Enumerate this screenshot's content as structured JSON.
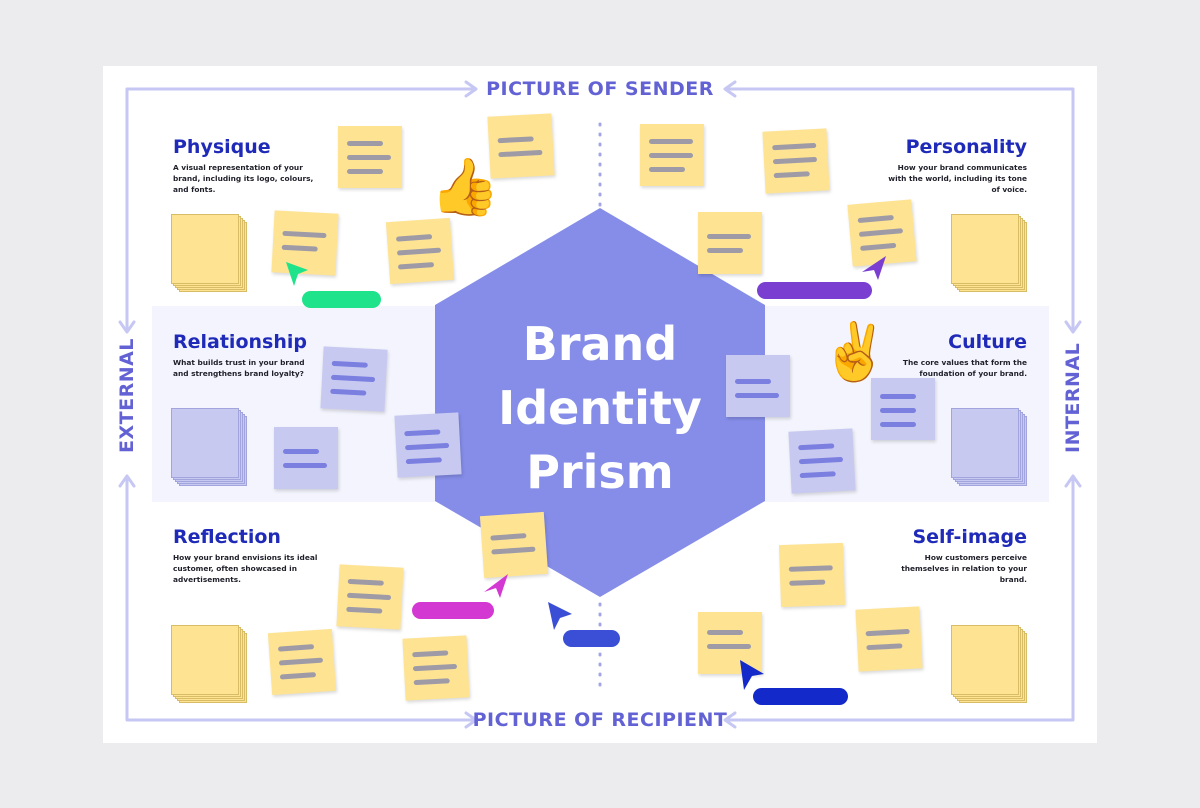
{
  "axes": {
    "top": "PICTURE OF SENDER",
    "bottom": "PICTURE OF RECIPIENT",
    "left": "EXTERNAL",
    "right": "INTERNAL"
  },
  "center": {
    "lines": [
      "Brand",
      "Identity",
      "Prism"
    ]
  },
  "sections": {
    "physique": {
      "title": "Physique",
      "desc": "A visual representation of your brand, including its logo, colours, and fonts."
    },
    "personality": {
      "title": "Personality",
      "desc": "How your brand communicates with the world, including its tone of voice."
    },
    "relationship": {
      "title": "Relationship",
      "desc": "What builds trust in your brand and strengthens brand loyalty?"
    },
    "culture": {
      "title": "Culture",
      "desc": "The core values that form the foundation of your brand."
    },
    "reflection": {
      "title": "Reflection",
      "desc": "How your brand envisions its ideal customer, often showcased in advertisements."
    },
    "selfimage": {
      "title": "Self-image",
      "desc": "How customers perceive themselves in relation to your brand."
    }
  },
  "icons": {
    "thumbs_up": "👍",
    "victory_hand": "✌️"
  },
  "colors": {
    "hexagon": "#858de8",
    "title": "#1f2bb8",
    "axis": "#6262d4",
    "sticky_yellow": "#fde392",
    "sticky_lavender": "#c8c9f1",
    "cursor_green": "#1ee38a",
    "cursor_purple": "#7a3fd0",
    "cursor_magenta": "#d438d2",
    "cursor_blue": "#3a4fd6",
    "cursor_navy": "#1429c9"
  }
}
